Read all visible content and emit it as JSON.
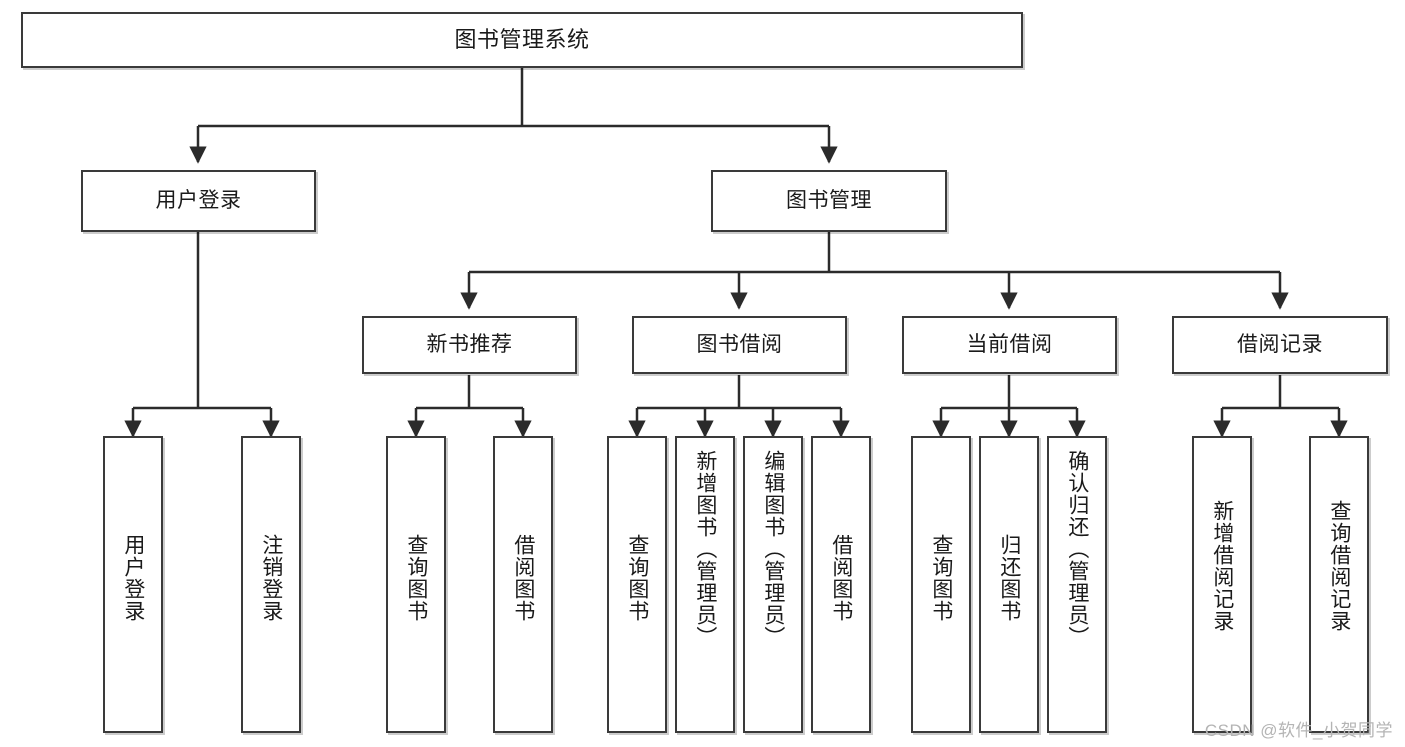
{
  "diagram": {
    "title": "图书管理系统",
    "type": "tree-hierarchy",
    "watermark": "CSDN @软件_小贺同学",
    "colors": {
      "box_border": "#3a3a3a",
      "box_fill": "#ffffff",
      "connector": "#2b2b2b",
      "text": "#1a1a1a",
      "watermark": "#b4b4b4"
    },
    "root": {
      "label": "图书管理系统"
    },
    "level2": [
      {
        "label": "用户登录"
      },
      {
        "label": "图书管理"
      }
    ],
    "level3": [
      {
        "label": "新书推荐"
      },
      {
        "label": "图书借阅"
      },
      {
        "label": "当前借阅"
      },
      {
        "label": "借阅记录"
      }
    ],
    "leaves": {
      "user_login": [
        {
          "label": "用户登录"
        },
        {
          "label": "注销登录"
        }
      ],
      "new_book_recommend": [
        {
          "label": "查询图书"
        },
        {
          "label": "借阅图书"
        }
      ],
      "book_borrow": [
        {
          "label": "查询图书"
        },
        {
          "label": "新增图书（管理员）"
        },
        {
          "label": "编辑图书（管理员）"
        },
        {
          "label": "借阅图书"
        }
      ],
      "current_borrow": [
        {
          "label": "查询图书"
        },
        {
          "label": "归还图书"
        },
        {
          "label": "确认归还（管理员）"
        }
      ],
      "borrow_record": [
        {
          "label": "新增借阅记录"
        },
        {
          "label": "查询借阅记录"
        }
      ]
    }
  }
}
